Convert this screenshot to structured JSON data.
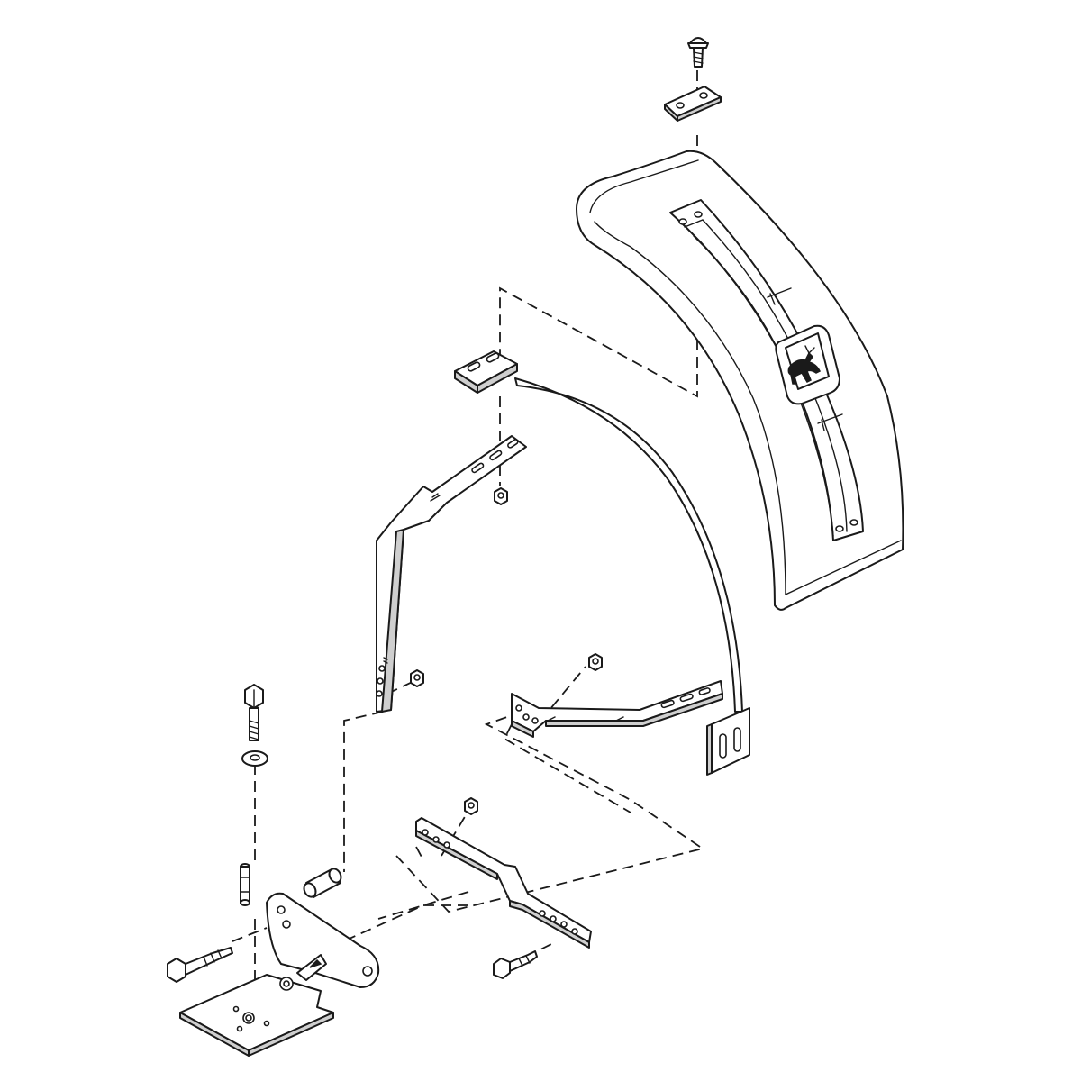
{
  "diagram": {
    "type": "exploded-parts-view",
    "parts": [
      {
        "name": "carriage-bolt-top",
        "icon": "carriage-bolt-icon"
      },
      {
        "name": "top-clamp-plate",
        "icon": "slotted-plate-icon"
      },
      {
        "name": "fender-shell",
        "icon": "fender-icon"
      },
      {
        "name": "fender-brace-rod",
        "icon": "brace-rod-icon"
      },
      {
        "name": "upper-fender-bracket",
        "icon": "bracket-icon"
      },
      {
        "name": "lower-fender-bracket",
        "icon": "bracket-icon"
      },
      {
        "name": "support-arm",
        "icon": "support-arm-icon"
      },
      {
        "name": "mounting-base-plate",
        "icon": "base-plate-icon"
      },
      {
        "name": "hex-bolt",
        "icon": "hex-bolt-icon"
      },
      {
        "name": "flat-washer",
        "icon": "washer-icon"
      },
      {
        "name": "spacer-stud",
        "icon": "stud-icon"
      },
      {
        "name": "spacer-bushing",
        "icon": "bushing-icon"
      },
      {
        "name": "lag-bolt-long",
        "icon": "lag-bolt-icon"
      },
      {
        "name": "lag-bolt-short",
        "icon": "lag-bolt-icon"
      },
      {
        "name": "hex-nut",
        "icon": "hex-nut-icon"
      }
    ],
    "logo": {
      "name": "deer-logo",
      "icon": "leaping-deer-icon"
    },
    "colors": {
      "line": "#1a1a1a",
      "background": "#ffffff",
      "shade": "#cfcfcf"
    }
  }
}
